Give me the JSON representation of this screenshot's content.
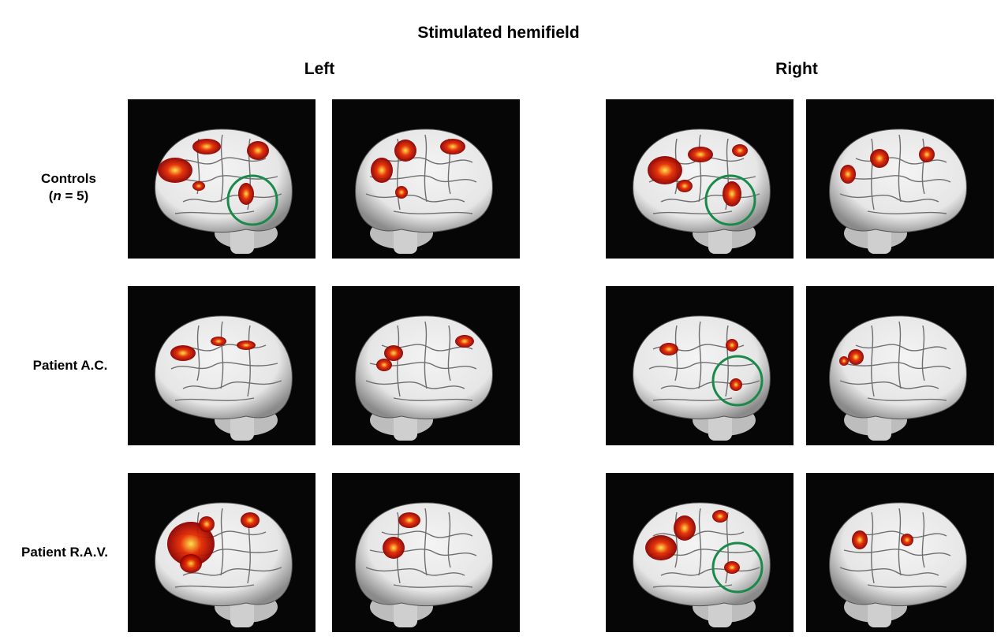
{
  "figure": {
    "title": "Stimulated hemifield",
    "columns": [
      {
        "label": "Left"
      },
      {
        "label": "Right"
      }
    ],
    "rows": [
      {
        "label_line1": "Controls",
        "label_line2_pre": "(",
        "label_line2_var": "n",
        "label_line2_post": " = 5)"
      },
      {
        "label_line1": "Patient A.C."
      },
      {
        "label_line1": "Patient R.A.V."
      }
    ],
    "colors": {
      "panel_background": "#060606",
      "brain_surface": "#e6e6e6",
      "activation_low": "#8b0000",
      "activation_mid": "#e52a00",
      "activation_high": "#ffe040",
      "highlight_circle": "#1a8a4a"
    }
  }
}
